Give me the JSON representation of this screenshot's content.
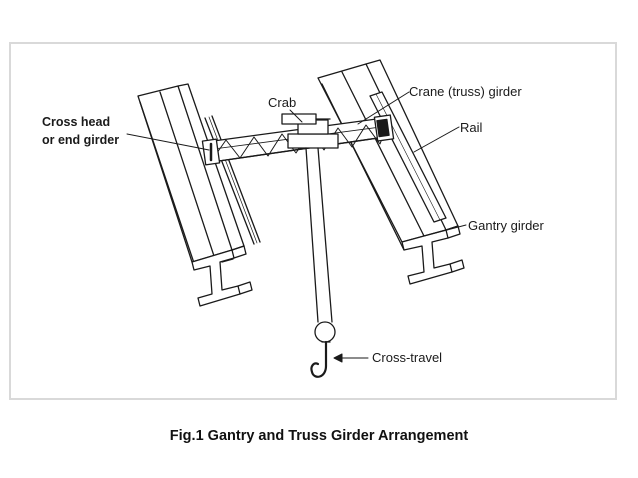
{
  "labels": {
    "crab": "Crab",
    "crane_girder": "Crane (truss) girder",
    "rail": "Rail",
    "cross_head_line1": "Cross head",
    "cross_head_line2": "or end girder",
    "gantry_girder": "Gantry girder",
    "cross_travel": "Cross-travel"
  },
  "caption": "Fig.1 Gantry and Truss Girder Arrangement",
  "colors": {
    "ink": "#1a1a1a",
    "frame": "#d9d9d9",
    "background": "#ffffff"
  }
}
